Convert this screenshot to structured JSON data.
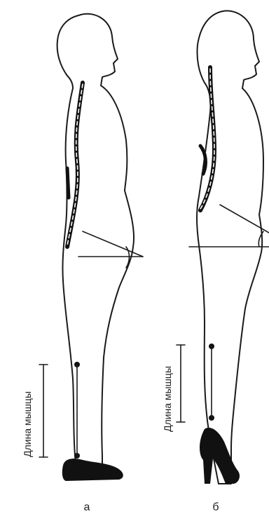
{
  "figure": {
    "left_panel": {
      "letter": "а",
      "muscle_length_label": "Длина мышцы"
    },
    "right_panel": {
      "letter": "б",
      "muscle_length_label": "Длина мышцы"
    }
  }
}
